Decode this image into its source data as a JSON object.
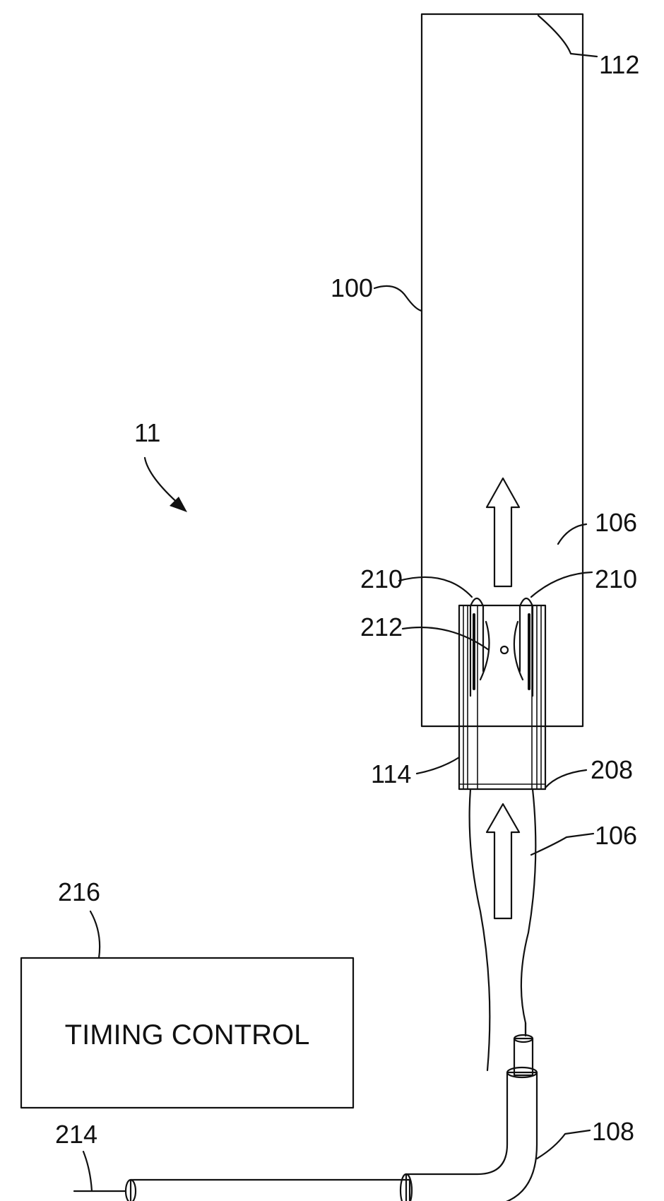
{
  "figure_number": "11",
  "timing_control_label": "TIMING CONTROL",
  "labels": {
    "ref_112": "112",
    "ref_100": "100",
    "ref_106_upper": "106",
    "ref_210_left": "210",
    "ref_210_right": "210",
    "ref_212": "212",
    "ref_114": "114",
    "ref_208": "208",
    "ref_106_lower": "106",
    "ref_216": "216",
    "ref_214": "214",
    "ref_108": "108"
  },
  "colors": {
    "line": "#111111",
    "background": "#ffffff",
    "jacket_fill": "#d9d9d9"
  }
}
